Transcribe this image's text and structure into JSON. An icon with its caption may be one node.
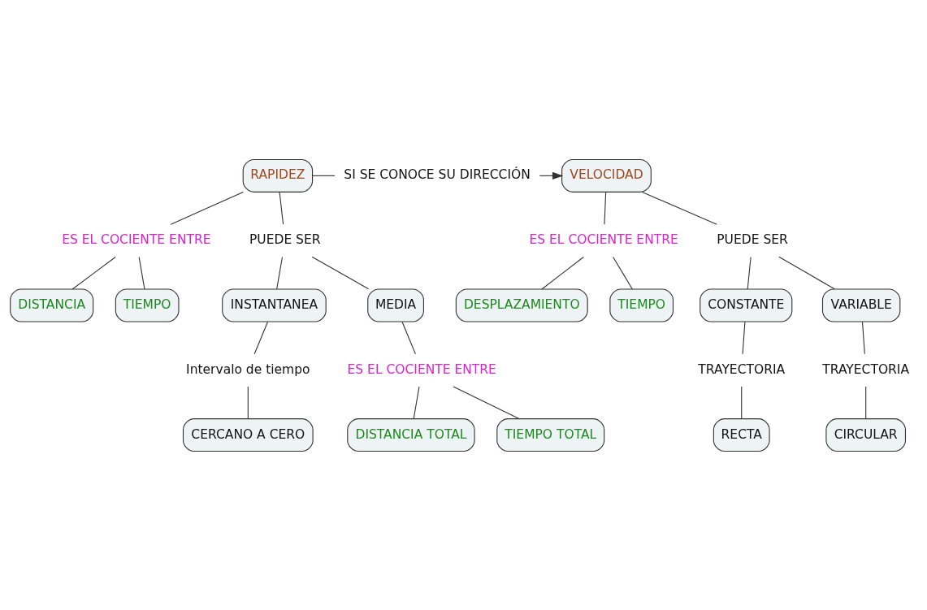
{
  "diagram": {
    "nodes": [
      {
        "text": [
          "RAPIDEZ"
        ]
      },
      {
        "text": [
          "SI SE CONOCE SU DIRECCIÓN"
        ]
      },
      {
        "text": [
          "VELOCIDAD"
        ]
      },
      {
        "text": [
          "ES EL COCIENTE ENTRE"
        ]
      },
      {
        "text": [
          "PUEDE SER"
        ]
      },
      {
        "text": [
          "DISTANCIA"
        ]
      },
      {
        "text": [
          "TIEMPO"
        ]
      },
      {
        "text": [
          "INSTANTANEA"
        ]
      },
      {
        "text": [
          "MEDIA"
        ]
      },
      {
        "text": [
          "Intervalo de tiempo"
        ]
      },
      {
        "text": [
          "CERCANO A CERO"
        ]
      },
      {
        "text": [
          "ES EL COCIENTE ENTRE"
        ]
      },
      {
        "text": [
          "DISTANCIA TOTAL"
        ]
      },
      {
        "text": [
          "TIEMPO TOTAL"
        ]
      },
      {
        "text": [
          "ES EL COCIENTE ENTRE"
        ]
      },
      {
        "text": [
          "DESPLAZAMIENTO"
        ]
      },
      {
        "text": [
          "TIEMPO"
        ]
      },
      {
        "text": [
          "PUEDE SER"
        ]
      },
      {
        "text": [
          "CONSTANTE"
        ]
      },
      {
        "text": [
          "VARIABLE"
        ]
      },
      {
        "text": [
          "TRAYECTORIA"
        ]
      },
      {
        "text": [
          "TRAYECTORIA"
        ]
      },
      {
        "text": [
          "RECTA"
        ]
      },
      {
        "text": [
          "CIRCULAR"
        ]
      }
    ],
    "edges": [
      {
        "from": 0,
        "to": 1,
        "arrow": "none"
      },
      {
        "from": 1,
        "to": 2,
        "arrow": "to"
      },
      {
        "from": 0,
        "to": 3,
        "arrow": "none"
      },
      {
        "from": 0,
        "to": 4,
        "arrow": "none"
      },
      {
        "from": 3,
        "to": 5,
        "arrow": "none"
      },
      {
        "from": 3,
        "to": 6,
        "arrow": "none"
      },
      {
        "from": 4,
        "to": 7,
        "arrow": "none"
      },
      {
        "from": 4,
        "to": 8,
        "arrow": "none"
      },
      {
        "from": 7,
        "to": 9,
        "arrow": "none"
      },
      {
        "from": 9,
        "to": 10,
        "arrow": "none"
      },
      {
        "from": 8,
        "to": 11,
        "arrow": "none"
      },
      {
        "from": 11,
        "to": 12,
        "arrow": "none"
      },
      {
        "from": 11,
        "to": 13,
        "arrow": "none"
      },
      {
        "from": 2,
        "to": 14,
        "arrow": "none"
      },
      {
        "from": 2,
        "to": 17,
        "arrow": "none"
      },
      {
        "from": 14,
        "to": 15,
        "arrow": "none"
      },
      {
        "from": 14,
        "to": 16,
        "arrow": "none"
      },
      {
        "from": 17,
        "to": 18,
        "arrow": "none"
      },
      {
        "from": 17,
        "to": 19,
        "arrow": "none"
      },
      {
        "from": 18,
        "to": 20,
        "arrow": "none"
      },
      {
        "from": 20,
        "to": 22,
        "arrow": "none"
      },
      {
        "from": 19,
        "to": 21,
        "arrow": "none"
      },
      {
        "from": 21,
        "to": 23,
        "arrow": "none"
      }
    ]
  }
}
